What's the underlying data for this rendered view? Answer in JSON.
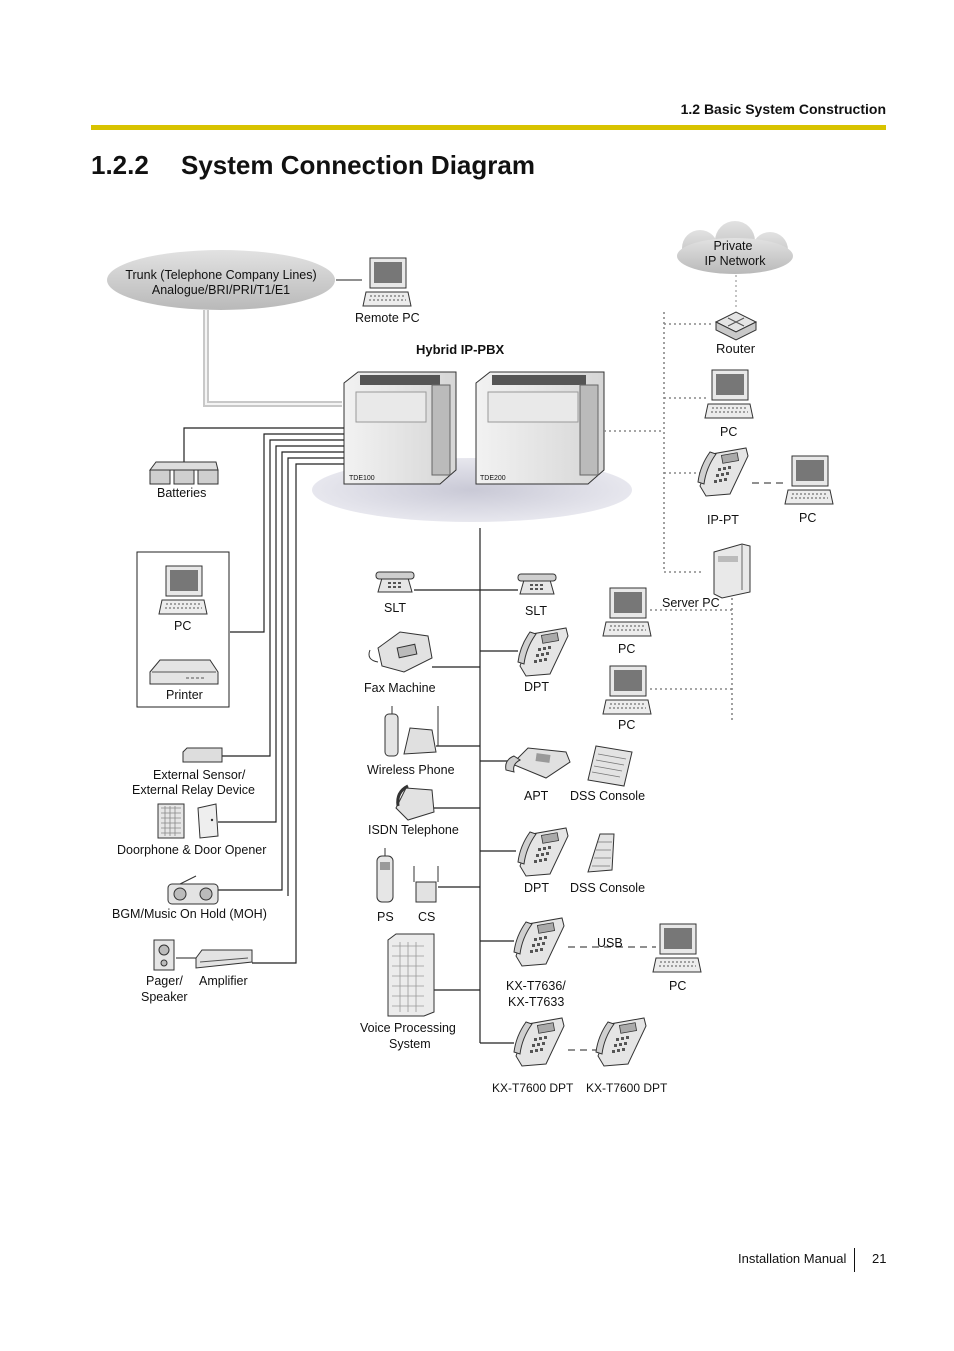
{
  "header": {
    "section": "1.2 Basic System Construction"
  },
  "title": {
    "number": "1.2.2",
    "text": "System Connection Diagram"
  },
  "diagram": {
    "trunk_line1": "Trunk (Telephone Company Lines)",
    "trunk_line2": "Analogue/BRI/PRI/T1/E1",
    "remote_pc": "Remote PC",
    "hybrid": "Hybrid IP-PBX",
    "private_line1": "Private",
    "private_line2": "IP Network",
    "router": "Router",
    "pc": "PC",
    "ip_pt": "IP-PT",
    "server_pc": "Server PC",
    "batteries": "Batteries",
    "printer": "Printer",
    "ext_sensor_line1": "External Sensor/",
    "ext_sensor_line2": "External Relay Device",
    "doorphone": "Doorphone & Door Opener",
    "bgm": "BGM/Music On Hold (MOH)",
    "pager_line1": "Pager/",
    "pager_line2": "Speaker",
    "amplifier": "Amplifier",
    "slt": "SLT",
    "fax": "Fax Machine",
    "wireless": "Wireless Phone",
    "isdn": "ISDN Telephone",
    "ps": "PS",
    "cs": "CS",
    "vps_line1": "Voice Processing",
    "vps_line2": "System",
    "dpt": "DPT",
    "apt": "APT",
    "dss": "DSS Console",
    "kx_t7636_line1": "KX-T7636/",
    "kx_t7636_line2": "KX-T7633",
    "usb": "USB",
    "kx_t7600": "KX-T7600 DPT",
    "unit_left_badge": "TDE100",
    "unit_right_badge": "TDE200"
  },
  "footer": {
    "manual": "Installation Manual",
    "page": "21"
  }
}
